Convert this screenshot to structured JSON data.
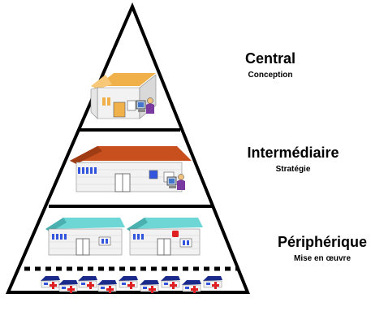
{
  "levels": [
    {
      "title": "Central",
      "subtitle": "Conception"
    },
    {
      "title": "Intermédiaire",
      "subtitle": "Stratégie"
    },
    {
      "title": "Périphérique",
      "subtitle": "Mise en œuvre"
    }
  ],
  "colors": {
    "outline": "#000000",
    "wall": "#f2f2f2",
    "wall_shade": "#d9d9d9",
    "roof_central": "#f0b04a",
    "roof_intermediate": "#c8501e",
    "roof_peripheral": "#6fd6d6",
    "roof_small": "#1a2a8a",
    "window": "#3355dd",
    "door": "#555555",
    "cross": "#e02020",
    "person": "#7a3aa0"
  },
  "icons": [
    "house-icon",
    "person-computer-icon",
    "red-cross-icon"
  ]
}
